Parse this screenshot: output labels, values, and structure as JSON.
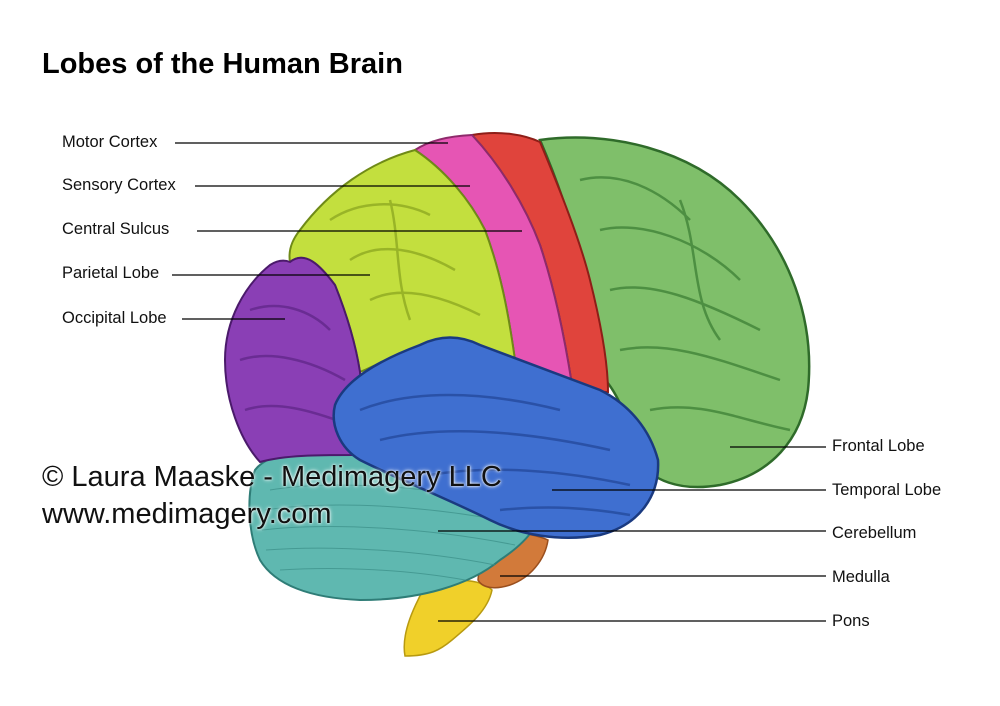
{
  "title": "Lobes of the Human Brain",
  "labels": {
    "motor_cortex": "Motor Cortex",
    "sensory_cortex": "Sensory Cortex",
    "central_sulcus": "Central Sulcus",
    "parietal_lobe": "Parietal Lobe",
    "occipital_lobe": "Occipital Lobe",
    "frontal_lobe": "Frontal Lobe",
    "temporal_lobe": "Temporal Lobe",
    "cerebellum": "Cerebellum",
    "medulla": "Medulla",
    "pons": "Pons"
  },
  "watermark": {
    "line1": "© Laura Maaske - Medimagery LLC",
    "line2": "www.medimagery.com"
  },
  "colors": {
    "frontal": "#7fbf6a",
    "motor": "#e0443c",
    "sensory": "#e655b4",
    "parietal": "#c3df3e",
    "occipital": "#8a3fb5",
    "temporal": "#3f6fd0",
    "cerebellum": "#5fb8b0",
    "medulla": "#d27a3a",
    "pons": "#f0d02a"
  }
}
